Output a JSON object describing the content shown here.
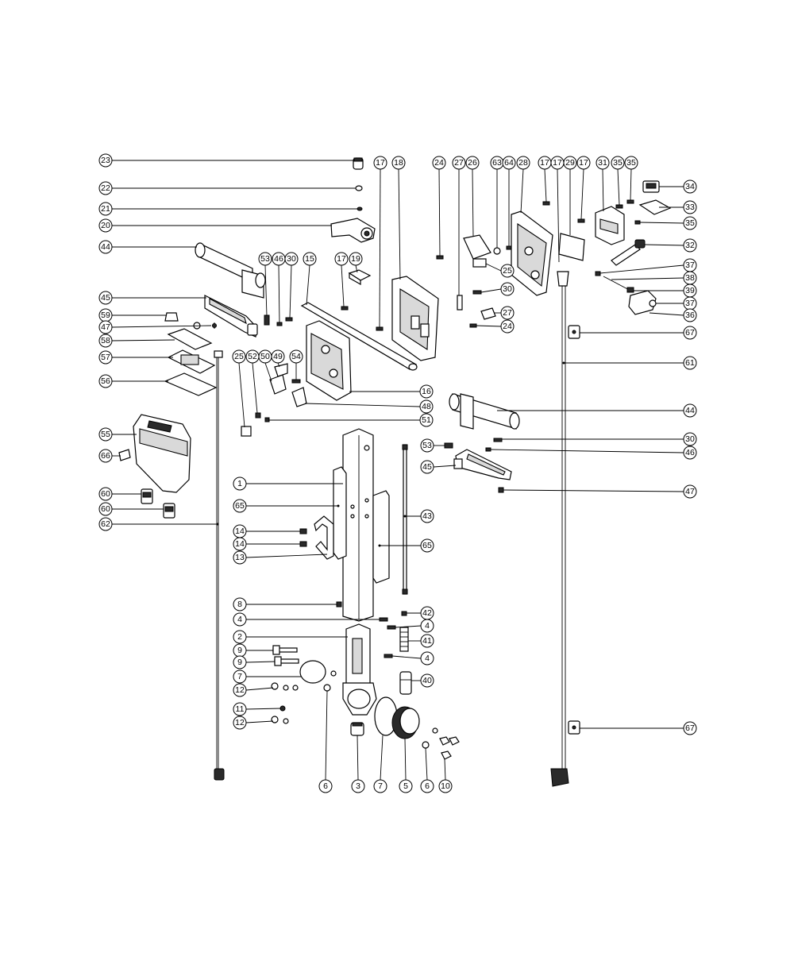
{
  "diagram": {
    "callouts": [
      "23",
      "22",
      "21",
      "20",
      "44",
      "45",
      "59",
      "47",
      "58",
      "57",
      "56",
      "55",
      "66",
      "60",
      "60",
      "62",
      "53",
      "46",
      "30",
      "15",
      "17",
      "19",
      "17",
      "18",
      "25",
      "52",
      "50",
      "49",
      "54",
      "16",
      "48",
      "51",
      "24",
      "27",
      "26",
      "63",
      "64",
      "28",
      "17",
      "17",
      "29",
      "17",
      "31",
      "35",
      "35",
      "34",
      "33",
      "35",
      "32",
      "37",
      "38",
      "39",
      "37",
      "36",
      "25",
      "30",
      "27",
      "24",
      "67",
      "61",
      "44",
      "30",
      "53",
      "46",
      "45",
      "47",
      "1",
      "65",
      "43",
      "65",
      "14",
      "14",
      "13",
      "8",
      "4",
      "42",
      "4",
      "2",
      "41",
      "9",
      "9",
      "4",
      "7",
      "40",
      "12",
      "11",
      "12",
      "6",
      "3",
      "7",
      "5",
      "6",
      "10",
      "67"
    ]
  }
}
